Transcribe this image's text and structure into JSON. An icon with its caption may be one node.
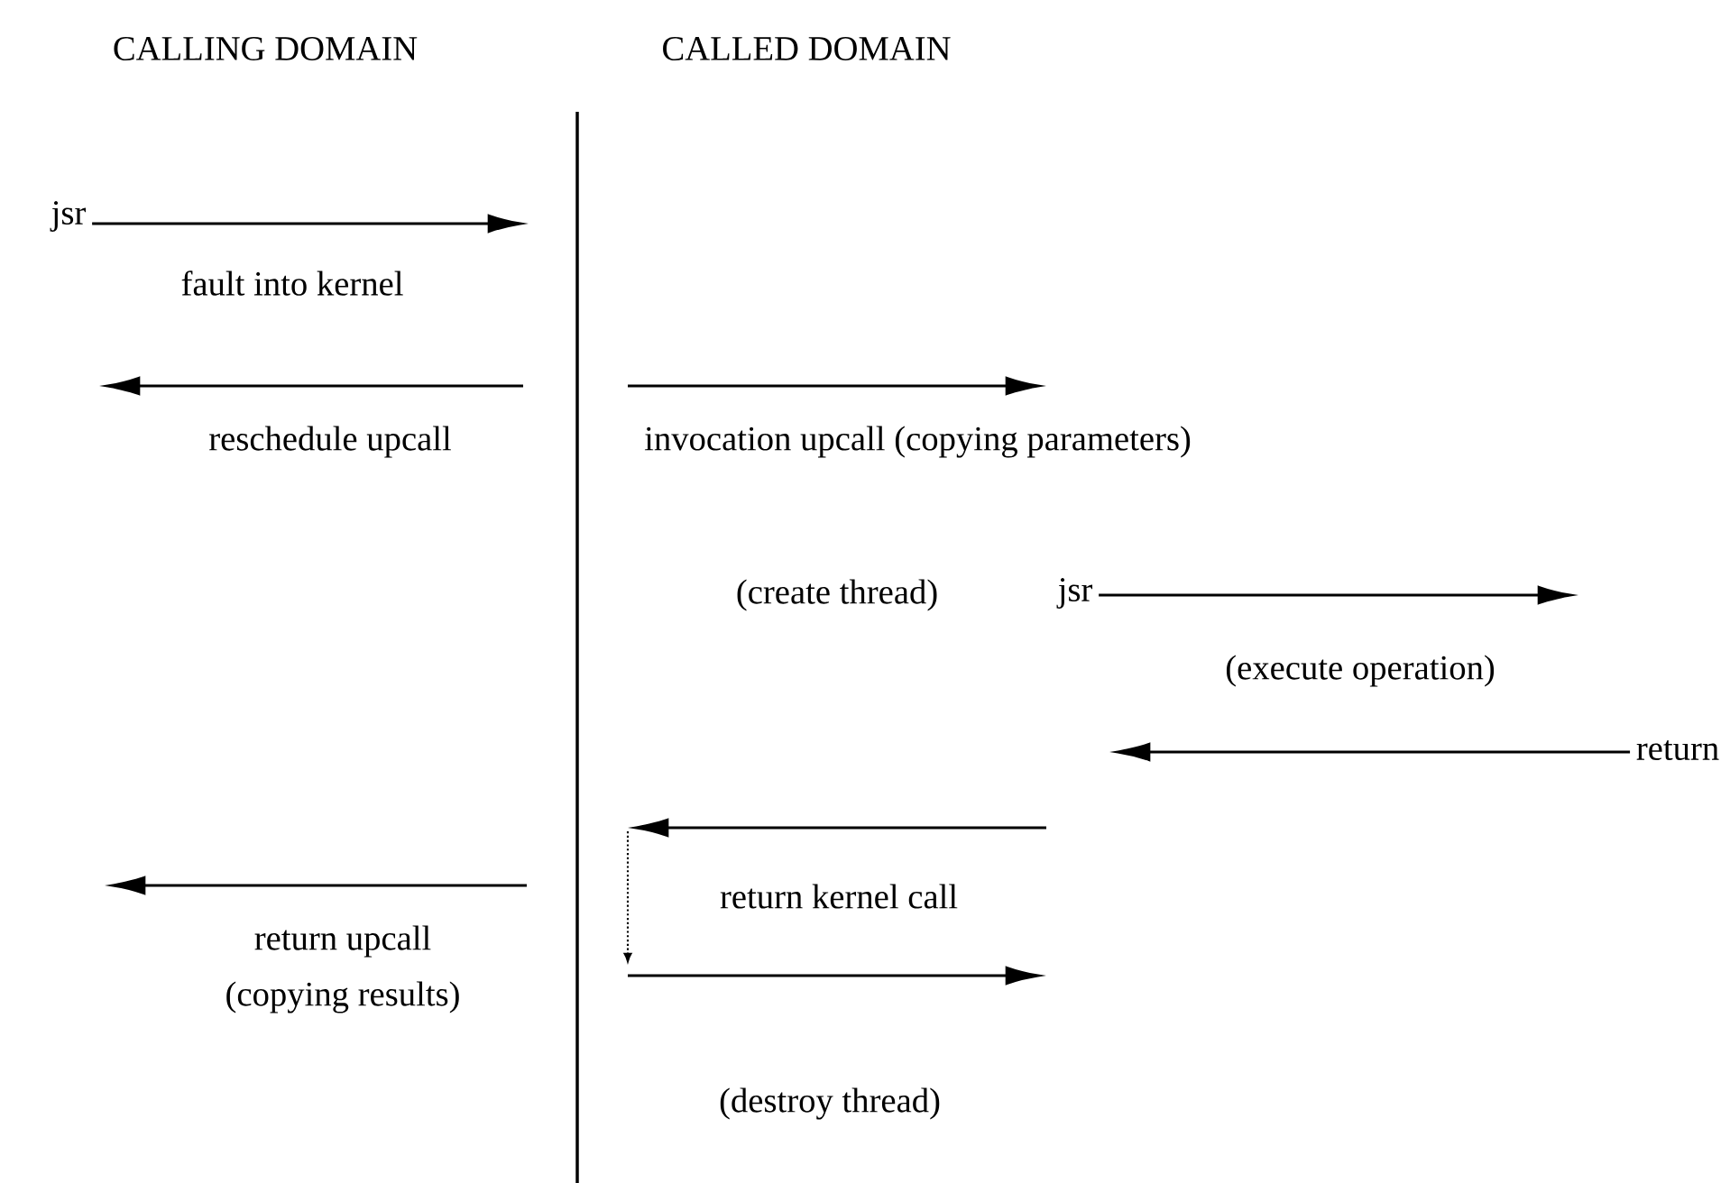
{
  "diagram": {
    "nodes": [
      {
        "text": [
          "jsr"
        ]
      },
      {
        "text": [
          "jsr"
        ]
      },
      {
        "text": [
          "return"
        ]
      }
    ],
    "edges": [
      {
        "from": 0,
        "to": null,
        "arrow": "to",
        "label": "fault into kernel"
      },
      {
        "from": 1,
        "to": null,
        "arrow": "to",
        "label": "(execute operation)"
      },
      {
        "from": 2,
        "to": null,
        "arrow": "to"
      }
    ],
    "labels": [
      "CALLING DOMAIN",
      "CALLED DOMAIN",
      "reschedule upcall",
      "invocation upcall (copying parameters)",
      "(create thread)",
      "return kernel call",
      "return upcall",
      "(copying results)",
      "(destroy thread)"
    ]
  }
}
